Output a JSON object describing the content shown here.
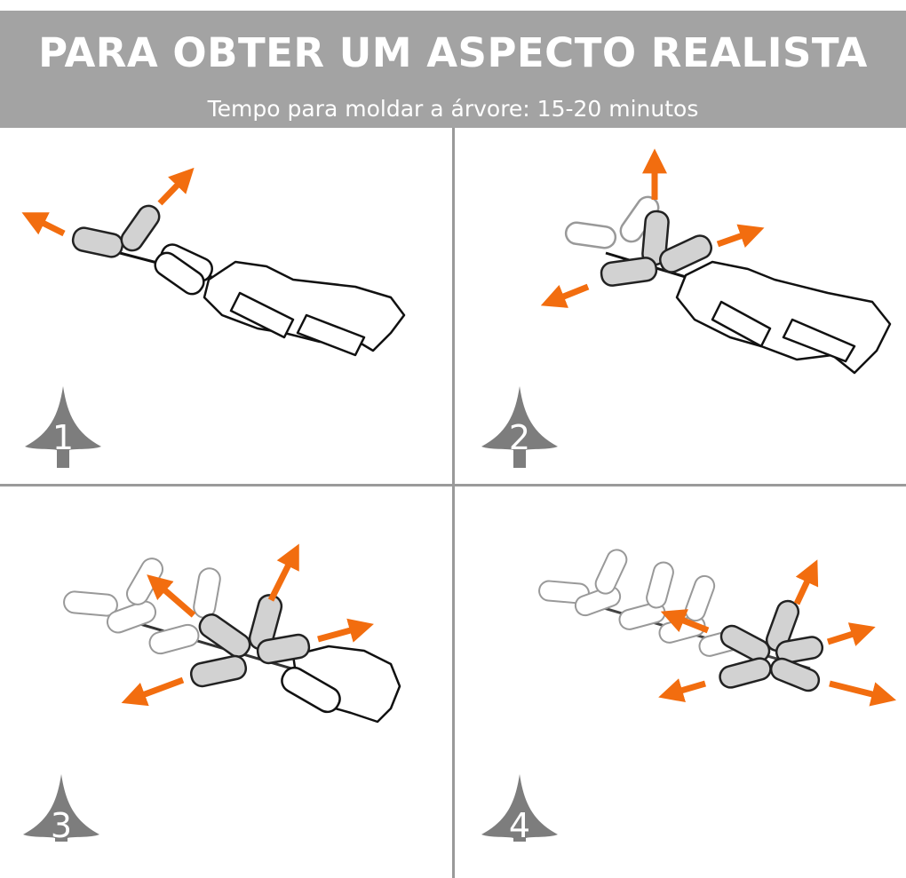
{
  "header": {
    "title": "PARA OBTER UM ASPECTO REALISTA",
    "subtitle": "Tempo para moldar a árvore: 15-20 minutos"
  },
  "steps": [
    {
      "number": "1"
    },
    {
      "number": "2"
    },
    {
      "number": "3"
    },
    {
      "number": "4"
    }
  ],
  "colors": {
    "header_bg": "#a3a3a3",
    "arrow": "#f26d0f",
    "badge": "#7d7d7d",
    "branch_shaded": "#d2d2d2",
    "divider": "#9a9a9a"
  }
}
